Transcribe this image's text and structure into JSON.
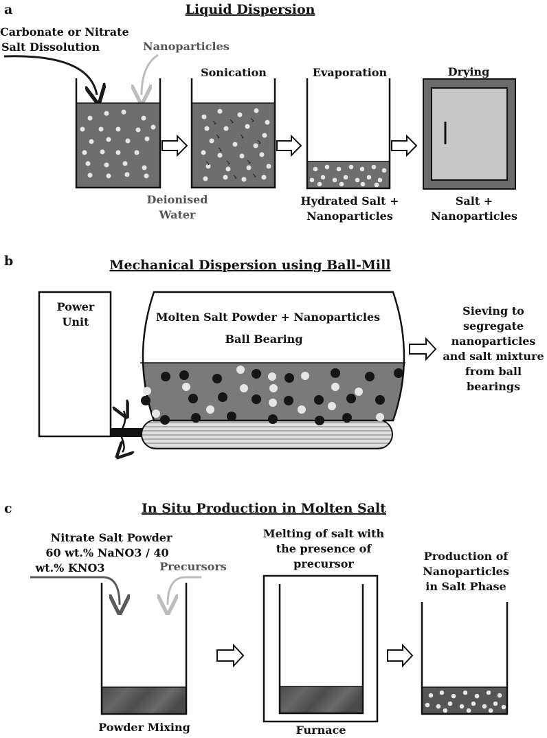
{
  "colors": {
    "liquid": "#6e6e6e",
    "powder": "#555555",
    "particle_light": "#e6e6e6",
    "particle_dark": "#151515",
    "dryer_outer": "#6b6b6b",
    "dryer_inner": "#c8c8c8",
    "arrow_grey": "#5a5a5a",
    "arrow_light": "#bdbdbd"
  },
  "panel_a": {
    "letter": "a",
    "title": "Liquid Dispersion",
    "input_salt": [
      "Carbonate or Nitrate",
      "Salt Dissolution"
    ],
    "input_nano": "Nanoparticles",
    "step_sonication": "Sonication",
    "step_evaporation": "Evaporation",
    "step_drying": "Drying",
    "label_water": [
      "Deionised",
      "Water"
    ],
    "label_hydrated": [
      "Hydrated Salt +",
      "Nanoparticles"
    ],
    "label_salt": [
      "Salt +",
      "Nanoparticles"
    ]
  },
  "panel_b": {
    "letter": "b",
    "title": "Mechanical Dispersion using Ball-Mill",
    "power_unit": [
      "Power",
      "Unit"
    ],
    "drum_text": [
      "Molten Salt Powder + Nanoparticles",
      "Ball Bearing"
    ],
    "sieving": [
      "Sieving to",
      "segregate",
      "nanoparticles",
      "and salt mixture",
      "from ball",
      "bearings"
    ]
  },
  "panel_c": {
    "letter": "c",
    "title": "In Situ Production in Molten Salt",
    "input_salt": [
      "Nitrate Salt Powder",
      "60 wt.% NaNO3 / 40",
      "wt.% KNO3"
    ],
    "input_precursors": "Precursors",
    "melting": [
      "Melting of salt with",
      "the presence of",
      "precursor"
    ],
    "production": [
      "Production of",
      "Nanoparticles",
      "in Salt Phase"
    ],
    "label_mixing": "Powder Mixing",
    "label_furnace": "Furnace"
  }
}
